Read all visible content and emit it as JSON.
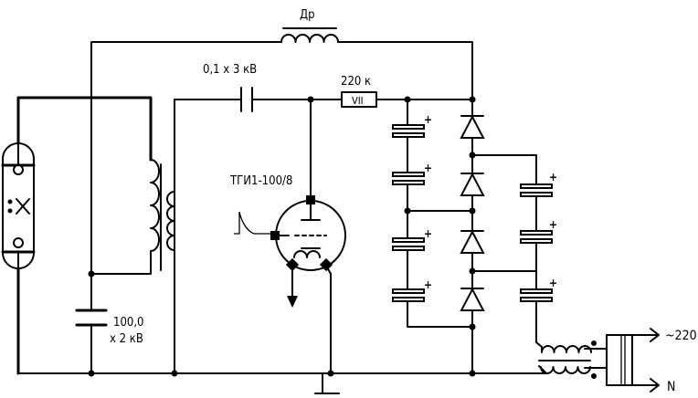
{
  "labels": {
    "choke": "Др",
    "coupling_cap": "0,1 x 3 кВ",
    "resistor_value": "220 к",
    "resistor_mark": "VII",
    "tube": "ТГИ1-100/8",
    "storage_cap_line1": "100,0",
    "storage_cap_line2": "x 2 кВ",
    "mains_phase": "~220",
    "mains_neutral": "N",
    "polarity": "+"
  }
}
